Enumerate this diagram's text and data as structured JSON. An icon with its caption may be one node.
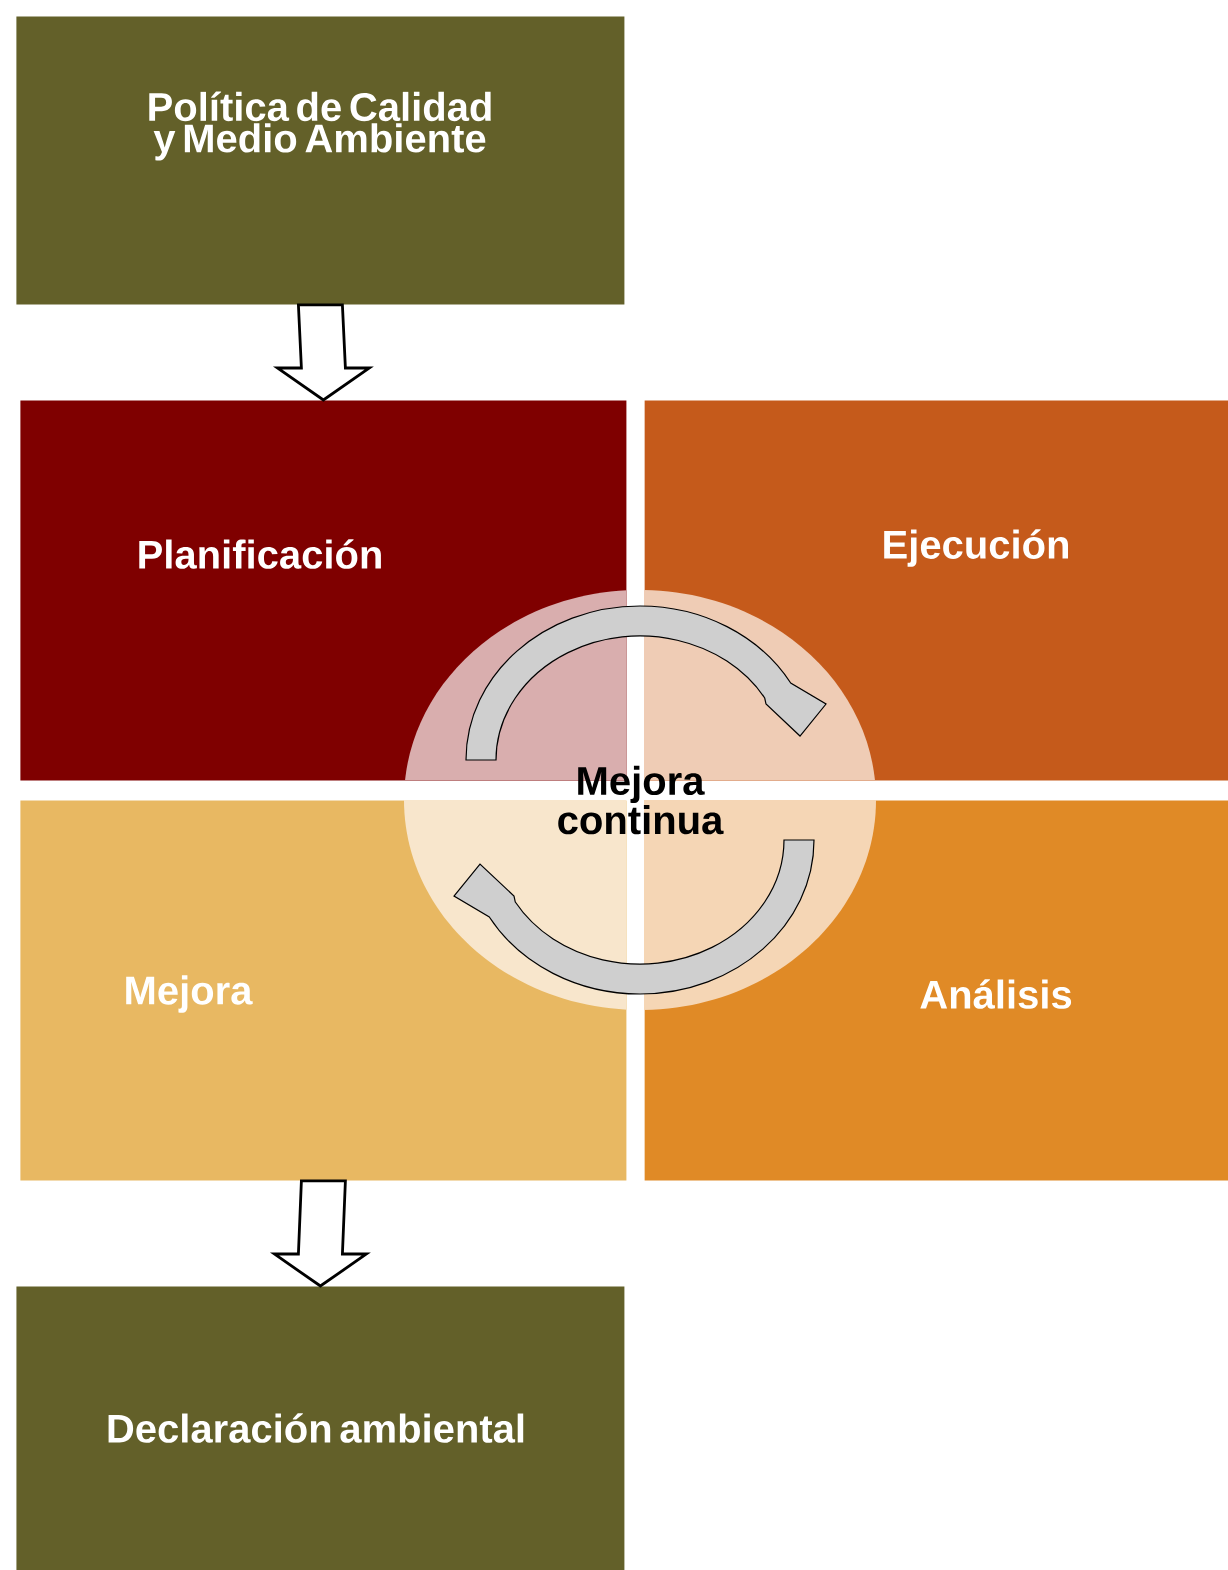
{
  "diagram": {
    "nodes": [
      {
        "text": [
          "Política de Calidad y Medio Ambiente"
        ]
      },
      {
        "text": [
          "Planificación"
        ]
      },
      {
        "text": [
          "Ejecución"
        ]
      },
      {
        "text": [
          "Mejora"
        ]
      },
      {
        "text": [
          "Análisis"
        ]
      },
      {
        "text": [
          "Mejora continua"
        ]
      },
      {
        "text": [
          "Declaración ambiental"
        ]
      }
    ],
    "edges": [
      {
        "from": 0,
        "to": 1,
        "arrow": "to"
      },
      {
        "from": 3,
        "to": 6,
        "arrow": "to"
      }
    ]
  }
}
